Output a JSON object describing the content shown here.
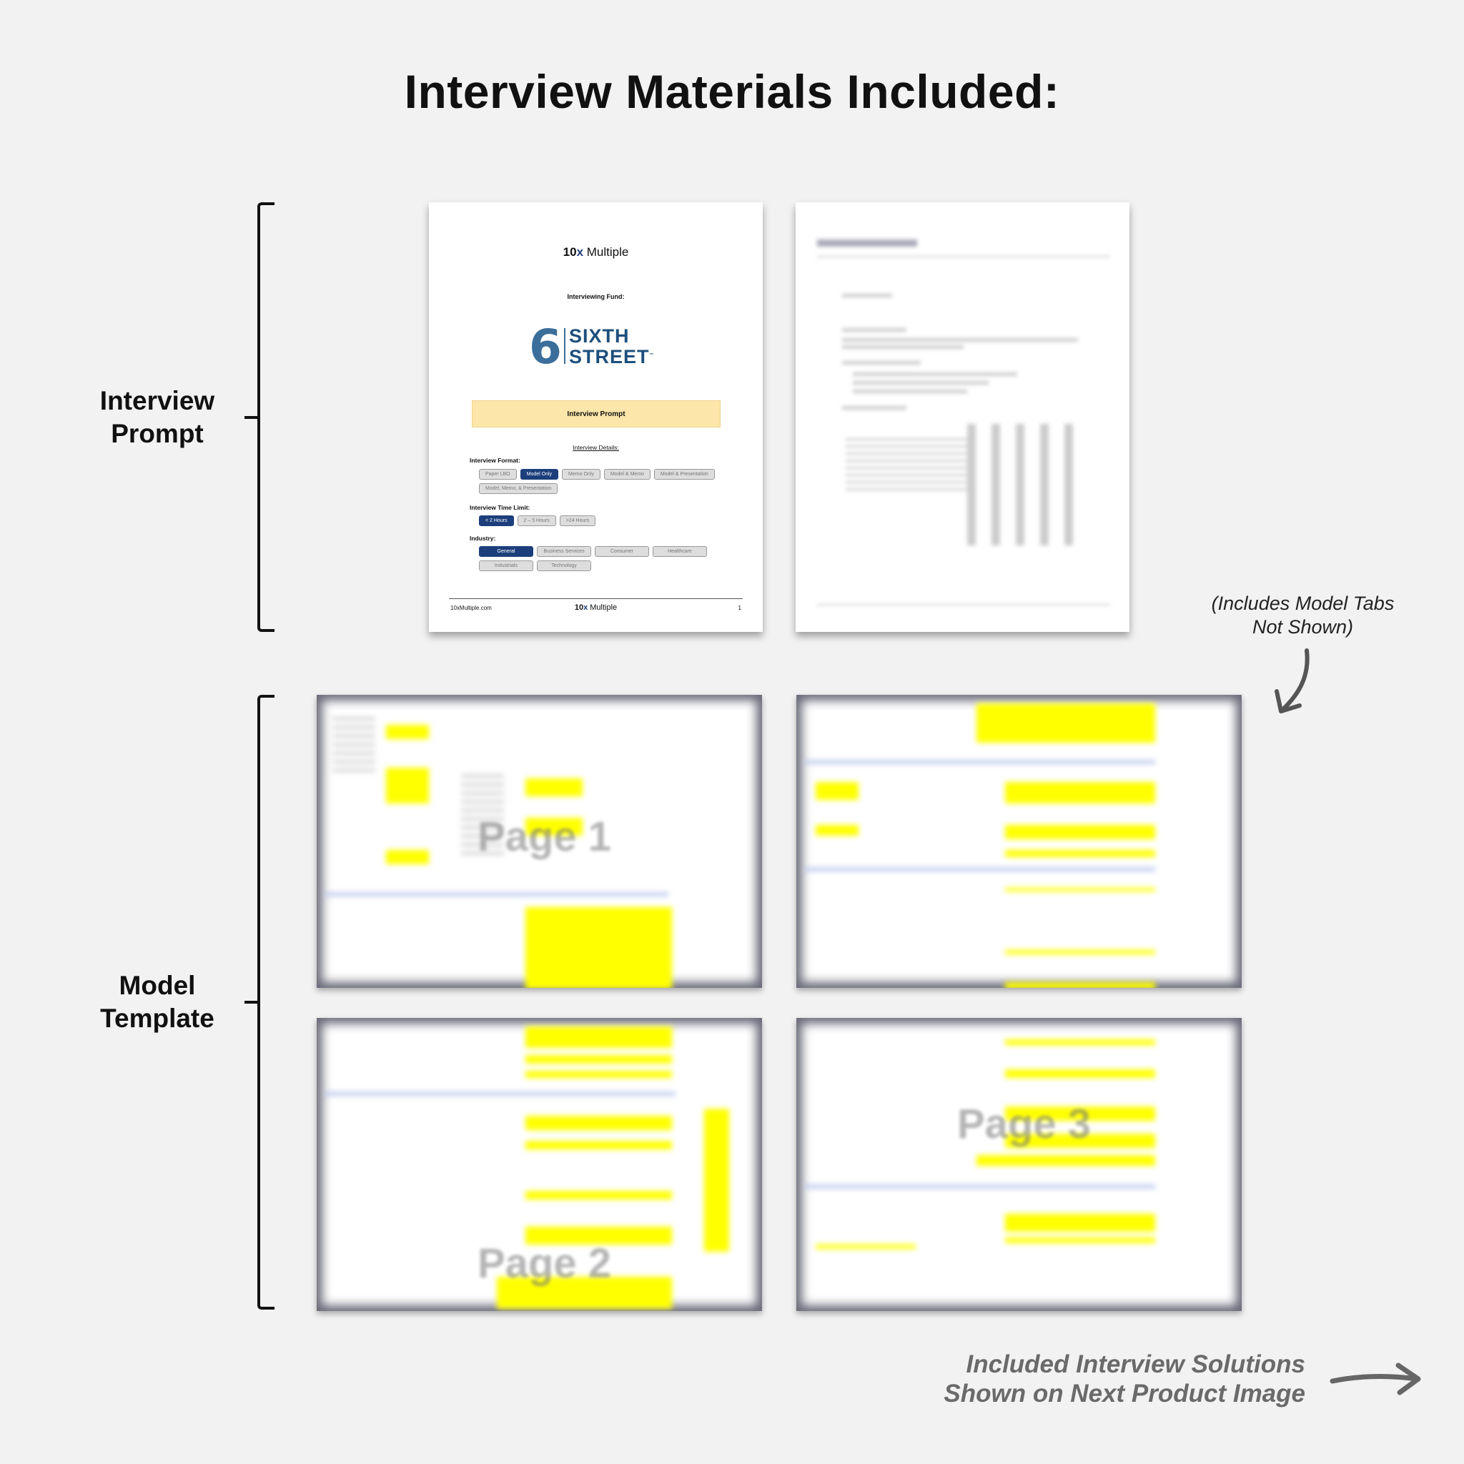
{
  "title": "Interview Materials Included:",
  "sections": {
    "prompt_label": "Interview Prompt",
    "model_label": "Model Template"
  },
  "prompt_page": {
    "brand_bold": "10",
    "brand_x": "x",
    "brand_rest": " Multiple",
    "fund_label": "Interviewing Fund:",
    "fund_logo": {
      "numeral": "6",
      "line1": "SIXTH",
      "line2": "STREET",
      "tm": "™"
    },
    "band": "Interview Prompt",
    "details": "Interview Details:",
    "format_label": "Interview Format:",
    "formats": [
      {
        "label": "Paper LBO",
        "selected": false
      },
      {
        "label": "Model Only",
        "selected": true
      },
      {
        "label": "Memo Only",
        "selected": false
      },
      {
        "label": "Model & Memo",
        "selected": false
      },
      {
        "label": "Model & Presentation",
        "selected": false
      },
      {
        "label": "Model, Memo, & Presentation",
        "selected": false
      }
    ],
    "time_label": "Interview Time Limit:",
    "times": [
      {
        "label": "< 2 Hours",
        "selected": true
      },
      {
        "label": "2 – 5 Hours",
        "selected": false
      },
      {
        "label": ">24 Hours",
        "selected": false
      }
    ],
    "industry_label": "Industry:",
    "industries": [
      {
        "label": "General",
        "selected": true
      },
      {
        "label": "Business Services",
        "selected": false
      },
      {
        "label": "Consumer",
        "selected": false
      },
      {
        "label": "Healthcare",
        "selected": false
      },
      {
        "label": "Industrials",
        "selected": false
      },
      {
        "label": "Technology",
        "selected": false
      }
    ],
    "footer_left": "10xMultiple.com",
    "footer_right": "1"
  },
  "model_pages": {
    "p1": "Page 1",
    "p2": "Page 2",
    "p3": "Page 3"
  },
  "notes": {
    "tabs_line1": "(Includes Model Tabs",
    "tabs_line2": "Not Shown)",
    "solutions_line1": "Included Interview Solutions",
    "solutions_line2": "Shown on Next Product Image"
  },
  "colors": {
    "accent": "#1c3f7c",
    "highlight": "#ffff00",
    "band": "#fde6a9"
  }
}
